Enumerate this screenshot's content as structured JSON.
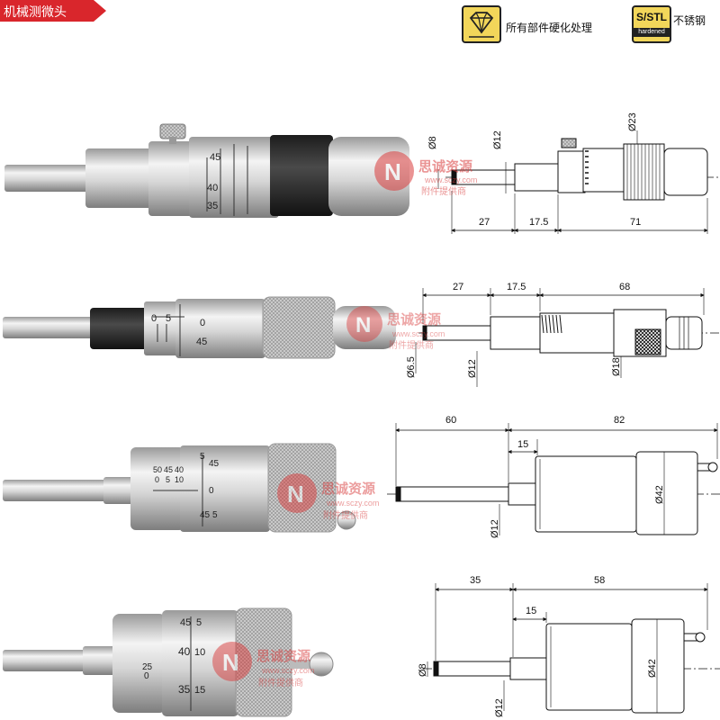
{
  "header": {
    "tag_label": "机械测微头"
  },
  "legend": {
    "hardened_text": "所有部件硬化处理",
    "sstl_badge_top": "S/STL",
    "sstl_badge_bottom": "hardened",
    "stainless_text": "不锈钢"
  },
  "watermark": {
    "name": "思诚资源",
    "url": "www.sczy.com",
    "sub": "附件提供商"
  },
  "colors": {
    "tag_red": "#d9262c",
    "badge_yellow": "#f2d65a",
    "watermark_red": "#d93c3c"
  },
  "products": [
    {
      "photo_scale": [
        "45",
        "40",
        "35"
      ],
      "dims": {
        "d_spindle": "Ø8",
        "d_stem": "Ø12",
        "d_body": "Ø23",
        "len_a": "27",
        "len_b": "17.5",
        "len_c": "71"
      }
    },
    {
      "photo_scale": [
        "0",
        "5",
        "0",
        "45"
      ],
      "dims": {
        "d_spindle": "Ø6.5",
        "d_stem": "Ø12",
        "d_body": "Ø18",
        "len_a": "27",
        "len_b": "17.5",
        "len_c": "68"
      }
    },
    {
      "photo_scale": [
        "50",
        "45",
        "40",
        "0",
        "5",
        "10",
        "5",
        "45",
        "0",
        "45",
        "5"
      ],
      "dims": {
        "d_stem": "Ø12",
        "d_body": "Ø42",
        "len_a": "60",
        "len_b": "82",
        "len_c": "15"
      }
    },
    {
      "photo_scale": [
        "45",
        "5",
        "40",
        "10",
        "25",
        "0",
        "35",
        "15"
      ],
      "dims": {
        "d_spindle": "Ø8",
        "d_stem": "Ø12",
        "d_body": "Ø42",
        "len_a": "35",
        "len_b": "58",
        "len_c": "15"
      }
    }
  ]
}
